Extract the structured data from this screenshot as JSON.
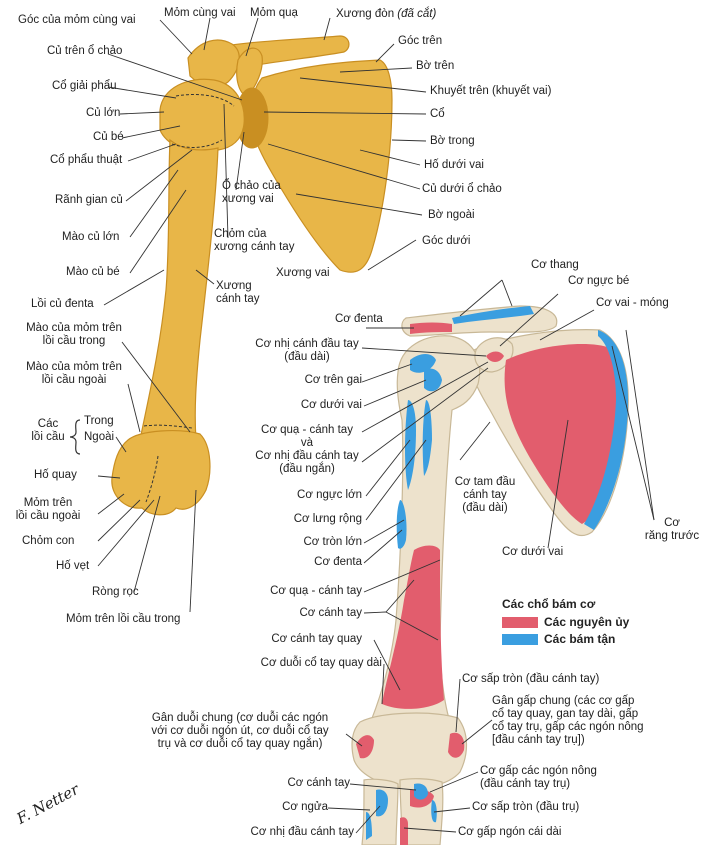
{
  "colors": {
    "bone": "#e8b648",
    "bone_dark": "#c98f22",
    "bone_right": "#ede2cc",
    "bone_right_dark": "#c8b897",
    "origin": "#e25d6d",
    "insertion": "#3a9ee0",
    "line": "#333333"
  },
  "left_labels": {
    "goc_mom_cung_vai": "Góc của mỏm cùng vai",
    "mom_cung_vai": "Mỏm cùng vai",
    "mom_qua": "Mỏm quạ",
    "xuong_don": "Xương đòn",
    "da_cat": "(đã cắt)",
    "cu_tren_o_chao": "Củ trên ổ chảo",
    "goc_tren": "Góc trên",
    "bo_tren": "Bờ trên",
    "co_giai_phau": "Cổ giải phẩu",
    "khuyet_tren": "Khuyết trên (khuyết vai)",
    "cu_lon": "Củ lớn",
    "co": "Cổ",
    "cu_be": "Củ bé",
    "bo_trong": "Bờ trong",
    "co_phau_thuat": "Cổ phẩu thuật",
    "ho_duoi_vai": "Hố dưới vai",
    "o_chao_1": "Ổ chảo của",
    "o_chao_2": "xương vai",
    "cu_duoi_o_chao": "Củ dưới ổ chảo",
    "ranh_gian_cu": "Rãnh gian củ",
    "bo_ngoai": "Bờ ngoài",
    "chom_1": "Chỏm của",
    "chom_2": "xương cánh tay",
    "mao_cu_lon": "Mào củ lớn",
    "goc_duoi": "Góc dưới",
    "xuong_vai": "Xương vai",
    "mao_cu_be": "Mào củ bé",
    "xct_1": "Xương",
    "xct_2": "cánh tay",
    "loi_cu_denta": "Lồi củ đenta",
    "mao_trong_1": "Mào của mỏm trên",
    "mao_trong_2": "lồi cầu trong",
    "mao_ngoai_1": "Mào của mỏm trên",
    "mao_ngoai_2": "lồi cầu ngoài",
    "cac_1": "Các",
    "cac_2": "lồi cầu",
    "trong": "Trong",
    "ngoai": "Ngoài",
    "ho_quay": "Hố quay",
    "mom_tren_ngoai_1": "Mỏm trên",
    "mom_tren_ngoai_2": "lồi cầu ngoài",
    "chom_con": "Chỏm con",
    "ho_vet": "Hố vẹt",
    "rong_roc": "Ròng rọc",
    "mom_tren_trong": "Mỏm trên lồi cầu trong"
  },
  "right_labels": {
    "co_thang": "Cơ thang",
    "co_nguc_be": "Cơ ngực bé",
    "co_denta": "Cơ đenta",
    "co_vai_mong": "Cơ vai - móng",
    "nhi_dau_dai_1": "Cơ nhị cánh đầu tay",
    "nhi_dau_dai_2": "(đầu dài)",
    "co_tren_gai": "Cơ trên gai",
    "co_duoi_vai": "Cơ dưới vai",
    "qua_1": "Cơ quạ - cánh tay",
    "qua_2": "và",
    "qua_3": "Cơ nhị đầu cánh tay",
    "qua_4": "(đầu ngắn)",
    "tam_dau_1": "Cơ tam đầu",
    "tam_dau_2": "cánh tay",
    "tam_dau_3": "(đầu dài)",
    "co_nguc_lon": "Cơ ngực lớn",
    "co_lung_rong": "Cơ lưng rộng",
    "co_tron_lon": "Cơ tròn lớn",
    "co_rang_truoc_1": "Cơ",
    "co_rang_truoc_2": "răng trước",
    "co_duoi_vai_2": "Cơ dưới vai",
    "co_denta_2": "Cơ đenta",
    "co_qua_canh_tay": "Cơ quạ - cánh tay",
    "co_canh_tay": "Cơ cánh tay",
    "co_canh_tay_quay": "Cơ cánh tay quay",
    "co_duoi_co_tay_quay_dai": "Cơ duỗi cổ tay quay dài",
    "co_sap_tron_canh_tay": "Cơ sấp tròn (đầu cánh tay)",
    "gan_gap_1": "Gân gấp chung (các cơ gấp",
    "gan_gap_2": "cổ tay quay, gan tay dài, gấp",
    "gan_gap_3": "cổ tay trụ, gấp các ngón nông",
    "gan_gap_4": "[đầu cánh tay trụ])",
    "gan_duoi_1": "Gân duỗi chung (cơ duỗi các ngón",
    "gan_duoi_2": "với cơ duỗi ngón út, cơ duỗi cổ tay",
    "gan_duoi_3": "trụ và cơ duỗi cổ tay quay ngắn)",
    "gap_nong_1": "Cơ gấp các ngón nông",
    "gap_nong_2": "(đầu cánh tay trụ)",
    "co_canh_tay_2": "Cơ cánh tay",
    "co_sap_tron_tru": "Cơ sấp tròn (đầu trụ)",
    "co_ngua": "Cơ ngửa",
    "co_nhi_dau": "Cơ nhị đầu cánh tay",
    "co_gap_ngon_cai": "Cơ gấp ngón cái dài"
  },
  "legend": {
    "title": "Các chổ bám cơ",
    "origin": "Các nguyên ủy",
    "insertion": "Các bám tận"
  },
  "signature": "F. Netter"
}
